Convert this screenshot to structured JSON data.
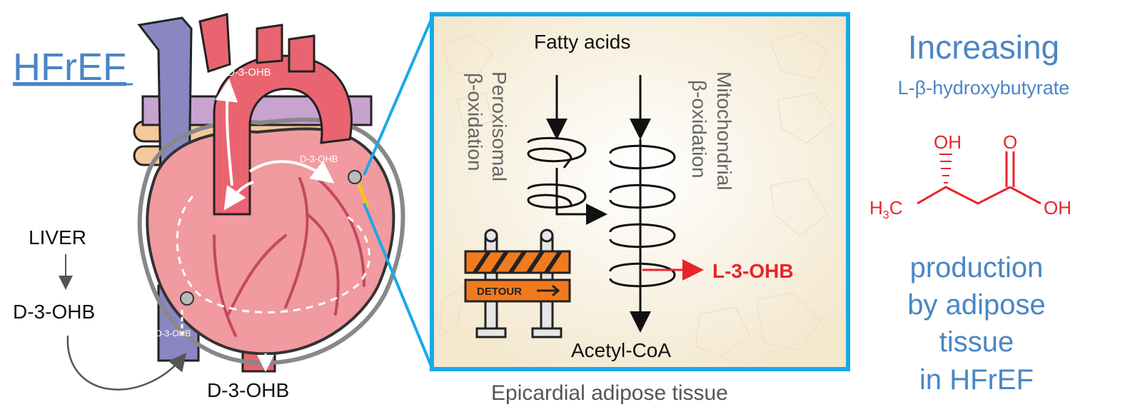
{
  "left": {
    "title": "HFrEF",
    "liver": "LIVER",
    "liver_product": "D-3-OHB",
    "aorta_label": "D-3-OHB",
    "coronary_label": "D-3-OHB",
    "vein_label": "D-3-OHB",
    "outflow_label": "D-3-OHB"
  },
  "center": {
    "fatty_acids": "Fatty acids",
    "peroxisomal_line1": "Peroxisomal",
    "peroxisomal_line2": "β-oxidation",
    "mitochondrial_line1": "Mitochondrial",
    "mitochondrial_line2": "β-oxidation",
    "l3ohb": "L-3-OHB",
    "acetyl_coa": "Acetyl-CoA",
    "detour": "DETOUR",
    "caption": "Epicardial adipose tissue"
  },
  "right": {
    "increasing": "Increasing",
    "compound": "L-β-hydroxybutyrate",
    "oh_top": "OH",
    "o_top": "O",
    "h3c": "H",
    "h3c_sub": "3",
    "h3c_c": "C",
    "oh_right": "OH",
    "production_1": "production",
    "production_2": "by adipose",
    "production_3": "tissue",
    "production_4": "in HFrEF"
  },
  "colors": {
    "accent_blue": "#4a86c5",
    "frame_blue": "#1aa8e8",
    "red": "#e8242a",
    "heart_pink": "#f19aa0",
    "aorta": "#e96470",
    "vein": "#8a86c2",
    "beige": "#f8f0dd"
  }
}
